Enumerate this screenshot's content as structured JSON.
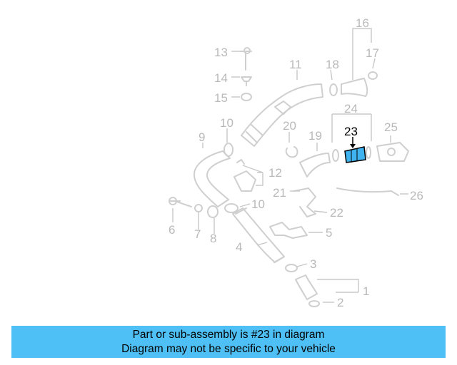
{
  "diagram": {
    "callouts": [
      "1",
      "2",
      "3",
      "4",
      "5",
      "6",
      "7",
      "8",
      "9",
      "10",
      "10",
      "11",
      "12",
      "13",
      "14",
      "15",
      "16",
      "17",
      "18",
      "19",
      "20",
      "21",
      "22",
      "23",
      "24",
      "25",
      "26"
    ],
    "highlighted_callout": "23",
    "colors": {
      "part_line": "#cfcfcf",
      "label": "#b9b9b9",
      "highlight_fill": "#3fb3f0",
      "highlight_stroke": "#000000"
    }
  },
  "banner": {
    "line1": "Part or sub-assembly is #23 in diagram",
    "line2": "Diagram may not be specific to your vehicle",
    "background": "#4fc0f5"
  }
}
